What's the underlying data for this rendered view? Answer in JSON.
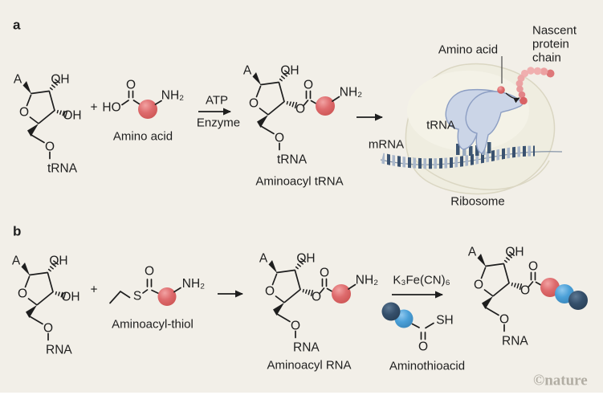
{
  "figure": {
    "panel_a_label": "a",
    "panel_b_label": "b",
    "watermark": "©nature"
  },
  "atoms": {
    "A": "A",
    "O": "O",
    "OH": "OH",
    "HO": "HO",
    "NH2": "NH₂",
    "S": "S",
    "SH": "SH",
    "plus": "+"
  },
  "panel_a": {
    "substrate_label": "tRNA",
    "amino_acid_label": "Amino acid",
    "arrow_label_top": "ATP",
    "arrow_label_bottom": "Enzyme",
    "product_label": "Aminoacyl tRNA",
    "ribosome_scene": {
      "amino_acid_label": "Amino acid",
      "nascent_chain_lines": [
        "Nascent",
        "protein",
        "chain"
      ],
      "trna_label": "tRNA",
      "mrna_label": "mRNA",
      "ribosome_label": "Ribosome"
    }
  },
  "panel_b": {
    "substrate_label": "RNA",
    "thiol_label": "Aminoacyl-thiol",
    "product_label": "Aminoacyl RNA",
    "oxidant_label": "K₃Fe(CN)₆",
    "thioacid_label": "Aminothioacid"
  },
  "colors": {
    "background": "#F2EFE8",
    "ink": "#1E1E1E",
    "amino_acid_red": "#DE6B6D",
    "ball_blue": "#4BA0D8",
    "ball_navy": "#35506C",
    "trna_fill": "#CBD5E7",
    "trna_stroke": "#8C9EC3",
    "ribosome_fill": "#EFEDE0",
    "mrna_dark": "#3A5270",
    "mrna_light": "#A9B7CB"
  }
}
